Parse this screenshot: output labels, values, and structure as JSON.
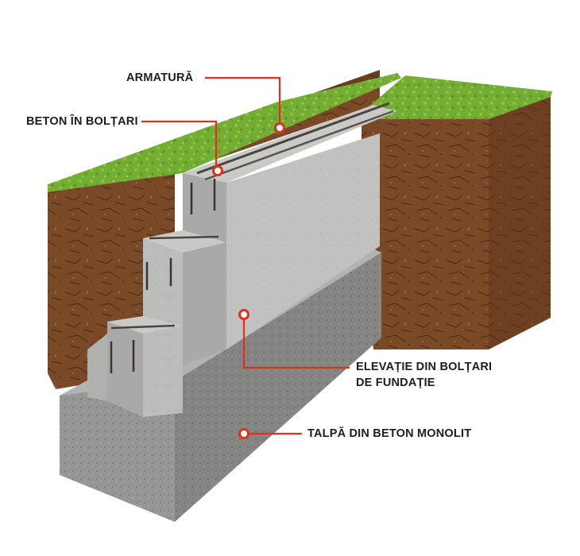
{
  "labels": {
    "armatura": "ARMATURĂ",
    "beton_in_boltari": "BETON ÎN BOLȚARI",
    "elevatie_line1": "ELEVAȚIE DIN BOLȚARI",
    "elevatie_line2": "DE FUNDAȚIE",
    "talpa": "TALPĂ DIN BETON MONOLIT"
  },
  "colors": {
    "callout": "#e0301e",
    "grass": "#6fa832",
    "soil": "#7a4a28",
    "block": "#b9b9b7",
    "footing": "#9a9a98"
  }
}
